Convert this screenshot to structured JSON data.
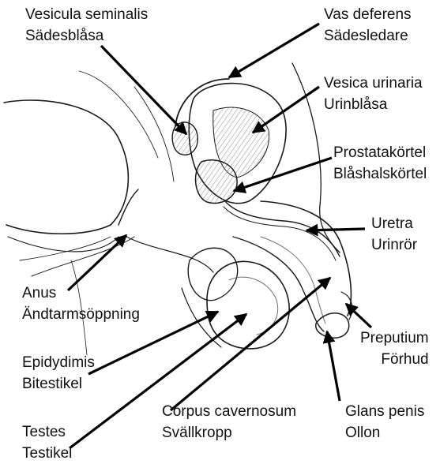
{
  "labels": {
    "vesicula": {
      "latin": "Vesicula seminalis",
      "swedish": "Sädesblåsa"
    },
    "vas": {
      "latin": "Vas deferens",
      "swedish": "Sädesledare"
    },
    "vesica": {
      "latin": "Vesica urinaria",
      "swedish": "Urinblåsa"
    },
    "prostata": {
      "latin": "Prostatakörtel",
      "swedish": "Blåshalskörtel"
    },
    "uretra": {
      "latin": "Uretra",
      "swedish": "Urinrör"
    },
    "anus": {
      "latin": "Anus",
      "swedish": "Ändtarmsöppning"
    },
    "preputium": {
      "latin": "Preputium",
      "swedish": "Förhud"
    },
    "epididymis": {
      "latin": "Epidydimis",
      "swedish": "Bitestikel"
    },
    "corpus": {
      "latin": "Corpus cavernosum",
      "swedish": "Svällkropp"
    },
    "glans": {
      "latin": "Glans penis",
      "swedish": "Ollon"
    },
    "testes": {
      "latin": "Testes",
      "swedish": "Testikel"
    }
  },
  "colors": {
    "ink": "#1a1a1a",
    "hatch": "#6e6e6e",
    "text": "#111111"
  }
}
